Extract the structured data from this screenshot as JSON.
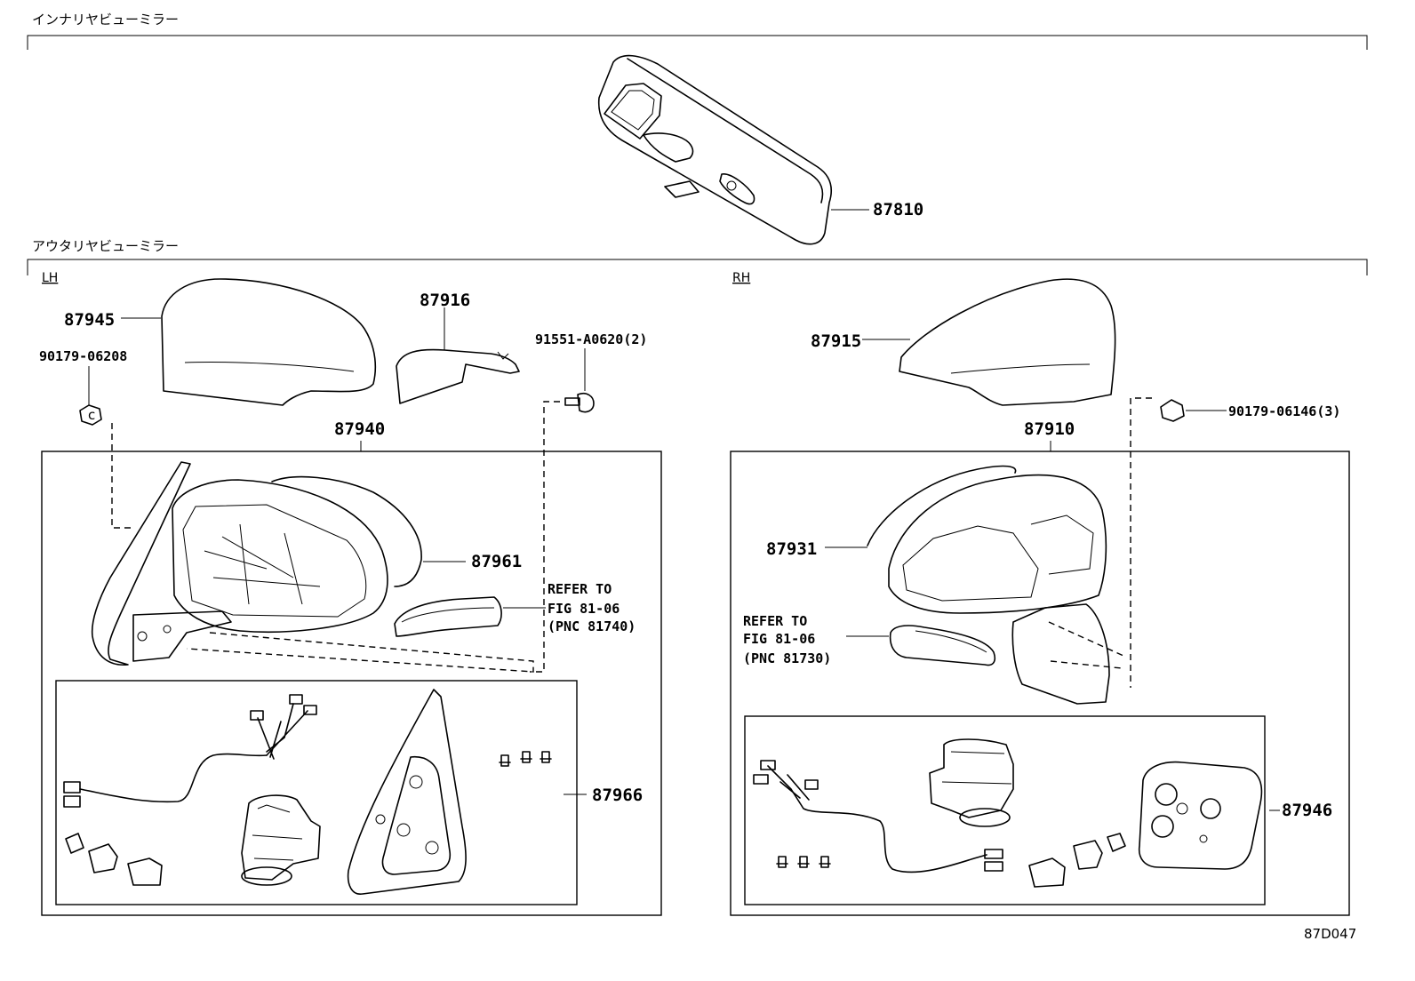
{
  "sections": {
    "inner_mirror_title": "インナリヤビューミラー",
    "outer_mirror_title": "アウタリヤビューミラー",
    "lh_label": "LH",
    "rh_label": "RH"
  },
  "parts": {
    "p87810": "87810",
    "p87945": "87945",
    "p90179_06208": "90179-06208",
    "p87916": "87916",
    "p91551": "91551-A0620(2)",
    "p87940": "87940",
    "p87961": "87961",
    "p87966": "87966",
    "p87915": "87915",
    "p90179_06146": "90179-06146(3)",
    "p87910": "87910",
    "p87931": "87931",
    "p87946": "87946"
  },
  "references": {
    "lh": {
      "line1": "REFER TO",
      "line2": "FIG 81-06",
      "line3": "(PNC 81740)"
    },
    "rh": {
      "line1": "REFER TO",
      "line2": "FIG 81-06",
      "line3": "(PNC 81730)"
    }
  },
  "figure_code": "87D047"
}
